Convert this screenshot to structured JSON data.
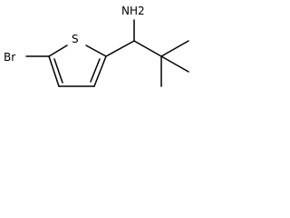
{
  "molecule": {
    "atom_labels": {
      "bromine": "Br",
      "sulfur": "S",
      "amine": "NH2"
    },
    "bond_color": "#000000",
    "background": "#ffffff"
  }
}
